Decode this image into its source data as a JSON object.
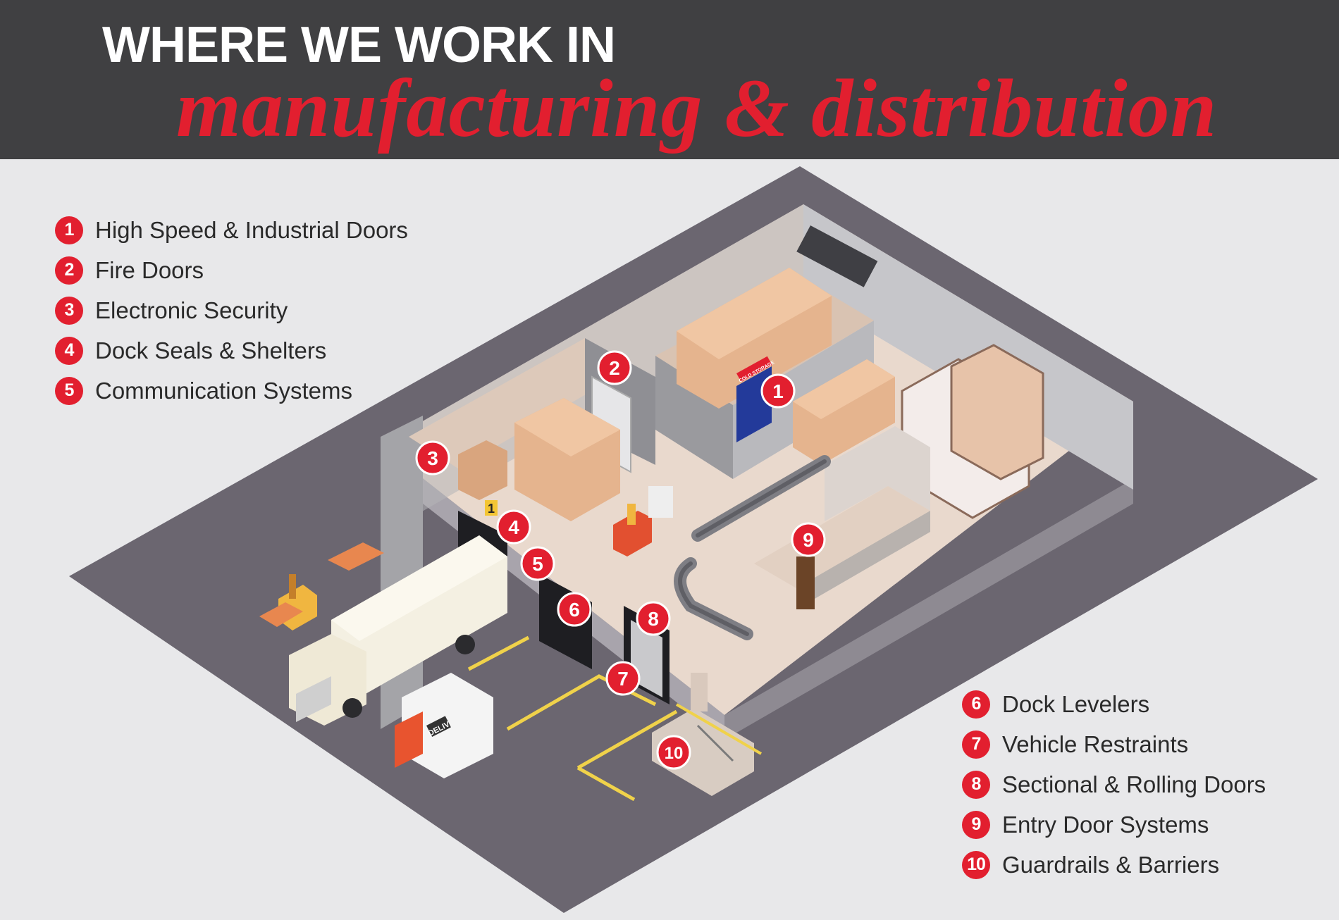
{
  "header": {
    "title_line1": "WHERE WE WORK IN",
    "title_line2": "manufacturing & distribution"
  },
  "legend_left": [
    {
      "number": "1",
      "label": "High Speed & Industrial Doors"
    },
    {
      "number": "2",
      "label": "Fire Doors"
    },
    {
      "number": "3",
      "label": "Electronic Security"
    },
    {
      "number": "4",
      "label": "Dock Seals & Shelters"
    },
    {
      "number": "5",
      "label": "Communication Systems"
    }
  ],
  "legend_right": [
    {
      "number": "6",
      "label": "Dock Levelers"
    },
    {
      "number": "7",
      "label": "Vehicle Restraints"
    },
    {
      "number": "8",
      "label": "Sectional & Rolling Doors"
    },
    {
      "number": "9",
      "label": "Entry Door Systems"
    },
    {
      "number": "10",
      "label": "Guardrails & Barriers"
    }
  ],
  "markers": {
    "m1": "1",
    "m2": "2",
    "m3": "3",
    "m4": "4",
    "m5": "5",
    "m6": "6",
    "m7": "7",
    "m8": "8",
    "m9": "9",
    "m10": "10"
  },
  "signs": {
    "cold_storage": "COLD STORAGE",
    "delivery": "DELIV",
    "dock_number": "1"
  },
  "colors": {
    "header_bg": "#404042",
    "accent_red": "#e21f2f",
    "ground": "#6b6670",
    "floor": "#e9d9cd",
    "wall": "#b4b4b8"
  }
}
